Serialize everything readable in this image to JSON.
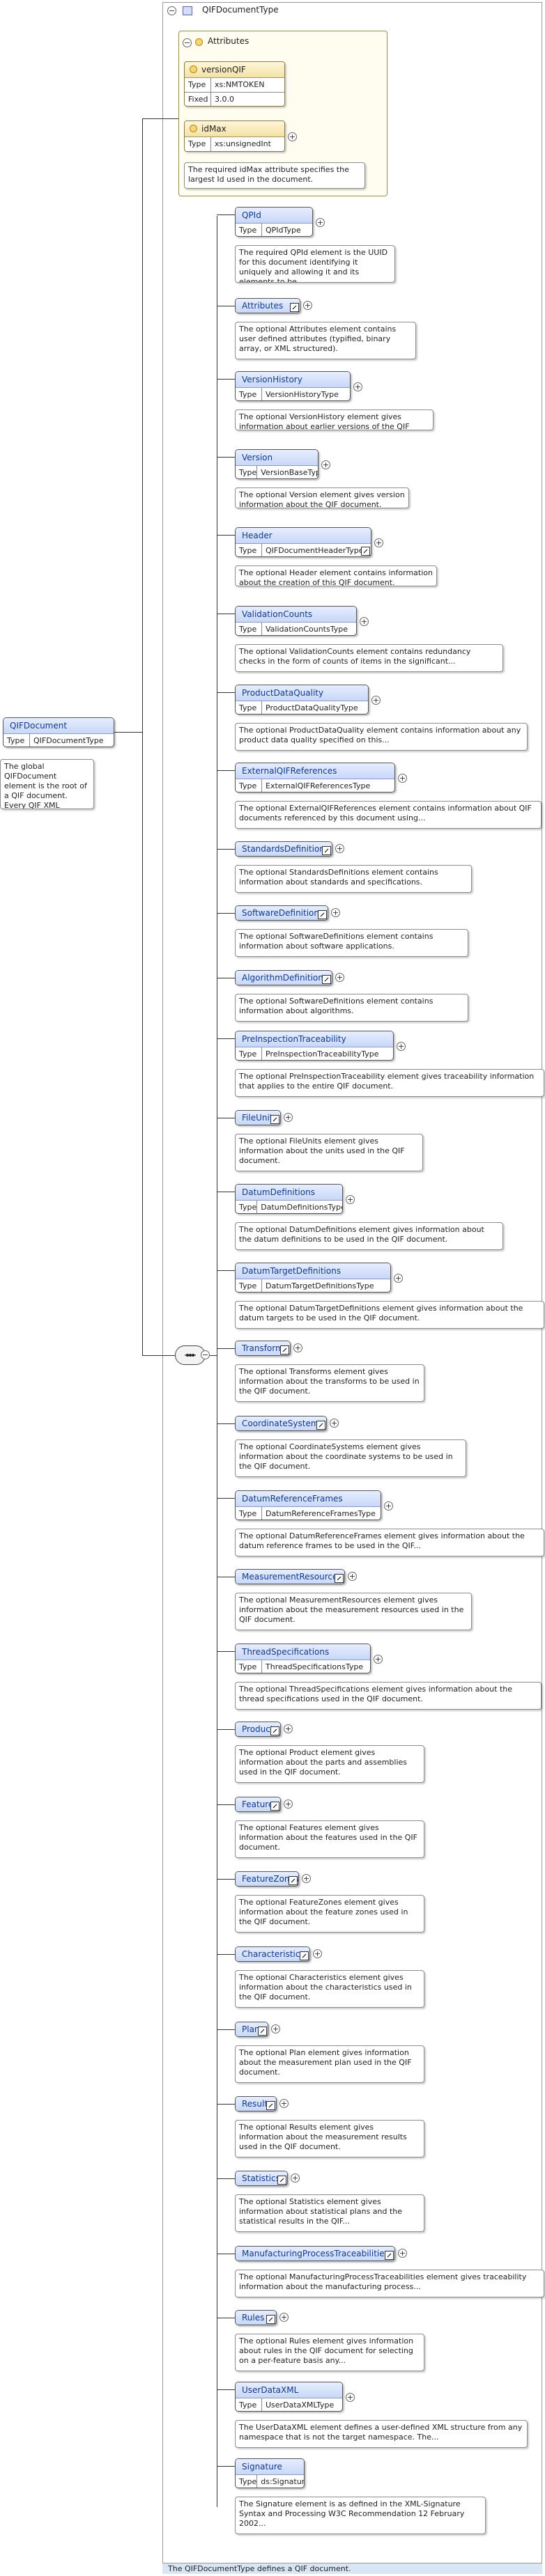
{
  "header": {
    "type_name": "QIFDocumentType",
    "toggle": "−"
  },
  "attributes_box": {
    "label": "Attributes",
    "items": [
      {
        "name": "versionQIF",
        "rows": [
          {
            "k": "Type",
            "v": "xs:NMTOKEN"
          },
          {
            "k": "Fixed",
            "v": "3.0.0"
          }
        ]
      },
      {
        "name": "idMax",
        "rows": [
          {
            "k": "Type",
            "v": "xs:unsignedInt"
          }
        ],
        "doc": "The required idMax attribute specifies the largest Id used in the document."
      }
    ]
  },
  "root": {
    "name": "QIFDocument",
    "type_label": "Type",
    "type_value": "QIFDocumentType",
    "doc": "The global QIFDocument element is the root of a QIF document. Every QIF XML instance file will have QIFDocument as its..."
  },
  "sequence": {
    "icon": "sequence-compositor-icon"
  },
  "children": [
    {
      "name": "QPId",
      "type": "QPIdType",
      "doc": "The required QPId element is the UUID for this document identifying it uniquely and allowing it and its elements to be..."
    },
    {
      "name": "Attributes",
      "ref": true,
      "doc": "The optional Attributes element contains user defined attributes (typified, binary array, or XML structured)."
    },
    {
      "name": "VersionHistory",
      "type": "VersionHistoryType",
      "doc": "The optional VersionHistory element gives information about earlier versions of the QIF document."
    },
    {
      "name": "Version",
      "type": "VersionBaseType",
      "doc": "The optional Version element gives version information about the QIF document."
    },
    {
      "name": "Header",
      "type": "QIFDocumentHeaderType",
      "ref": true,
      "doc": "The optional Header element contains information about the creation of this QIF document."
    },
    {
      "name": "ValidationCounts",
      "type": "ValidationCountsType",
      "doc": "The optional ValidationCounts element contains redundancy checks in the form of counts of items in the significant..."
    },
    {
      "name": "ProductDataQuality",
      "type": "ProductDataQualityType",
      "doc": "The optional ProductDataQuality element contains information about any product data quality specified on this..."
    },
    {
      "name": "ExternalQIFReferences",
      "type": "ExternalQIFReferencesType",
      "doc": "The optional ExternalQIFReferences element contains information about QIF documents referenced by this document using..."
    },
    {
      "name": "StandardsDefinitions",
      "ref": true,
      "doc": "The optional StandardsDefinitions element contains information about standards and specifications."
    },
    {
      "name": "SoftwareDefinitions",
      "ref": true,
      "doc": "The optional SoftwareDefinitions element contains information about software applications."
    },
    {
      "name": "AlgorithmDefinitions",
      "ref": true,
      "doc": "The optional SoftwareDefinitions element contains information about algorithms."
    },
    {
      "name": "PreInspectionTraceability",
      "type": "PreInspectionTraceabilityType",
      "doc": "The optional PreInspectionTraceability element gives traceability information that applies to the entire QIF document."
    },
    {
      "name": "FileUnits",
      "ref": true,
      "doc": "The optional FileUnits element gives information about the units used in the QIF document."
    },
    {
      "name": "DatumDefinitions",
      "type": "DatumDefinitionsType",
      "doc": "The optional DatumDefinitions element gives information about the datum definitions to be used in the QIF document."
    },
    {
      "name": "DatumTargetDefinitions",
      "type": "DatumTargetDefinitionsType",
      "doc": "The optional DatumTargetDefinitions element gives information about the datum targets to be used in the QIF document."
    },
    {
      "name": "Transforms",
      "ref": true,
      "doc": "The optional Transforms element gives information about the transforms to be used in the QIF document."
    },
    {
      "name": "CoordinateSystems",
      "ref": true,
      "doc": "The optional CoordinateSystems element gives information about the coordinate systems to be used in the QIF document."
    },
    {
      "name": "DatumReferenceFrames",
      "type": "DatumReferenceFramesType",
      "doc": "The optional DatumReferenceFrames element gives information about the datum reference frames to be used in the QIF..."
    },
    {
      "name": "MeasurementResources",
      "ref": true,
      "doc": "The optional MeasurementResources element gives information about the measurement resources used in the QIF document."
    },
    {
      "name": "ThreadSpecifications",
      "type": "ThreadSpecificationsType",
      "doc": "The optional ThreadSpecifications element gives information about the thread specifications used in the QIF document."
    },
    {
      "name": "Product",
      "ref": true,
      "doc": "The optional Product element gives information about the parts and assemblies used in the QIF document."
    },
    {
      "name": "Features",
      "ref": true,
      "doc": "The optional Features element gives information about the features used in the QIF document."
    },
    {
      "name": "FeatureZones",
      "ref": true,
      "doc": "The optional FeatureZones element gives information about the feature zones used in the QIF document."
    },
    {
      "name": "Characteristics",
      "ref": true,
      "doc": "The optional Characteristics element gives information about the characteristics used in the QIF document."
    },
    {
      "name": "Plan",
      "ref": true,
      "doc": "The optional Plan element gives information about the measurement plan used in the QIF document."
    },
    {
      "name": "Results",
      "ref": true,
      "doc": "The optional Results element gives information about the measurement results used in the QIF document."
    },
    {
      "name": "Statistics",
      "ref": true,
      "doc": "The optional Statistics element gives information about statistical plans and the statistical results in the QIF..."
    },
    {
      "name": "ManufacturingProcessTraceabilities",
      "ref": true,
      "doc": "The optional ManufacturingProcessTraceabilities element gives traceability information about the manufacturing process..."
    },
    {
      "name": "Rules",
      "ref": true,
      "doc": "The optional Rules element gives information about rules in the QIF document for selecting on a per-feature basis any..."
    },
    {
      "name": "UserDataXML",
      "type": "UserDataXMLType",
      "doc": "The UserDataXML element defines a user-defined XML structure from any namespace that is not the target namespace. The..."
    },
    {
      "name": "Signature",
      "type": "ds:SignatureType",
      "noplus": true,
      "doc": "The Signature element is as defined in the XML-Signature Syntax and Processing W3C Recommendation 12 February 2002..."
    }
  ],
  "footer": {
    "text": "The QIFDocumentType defines a QIF document."
  },
  "labels": {
    "type": "Type",
    "plus": "+"
  }
}
